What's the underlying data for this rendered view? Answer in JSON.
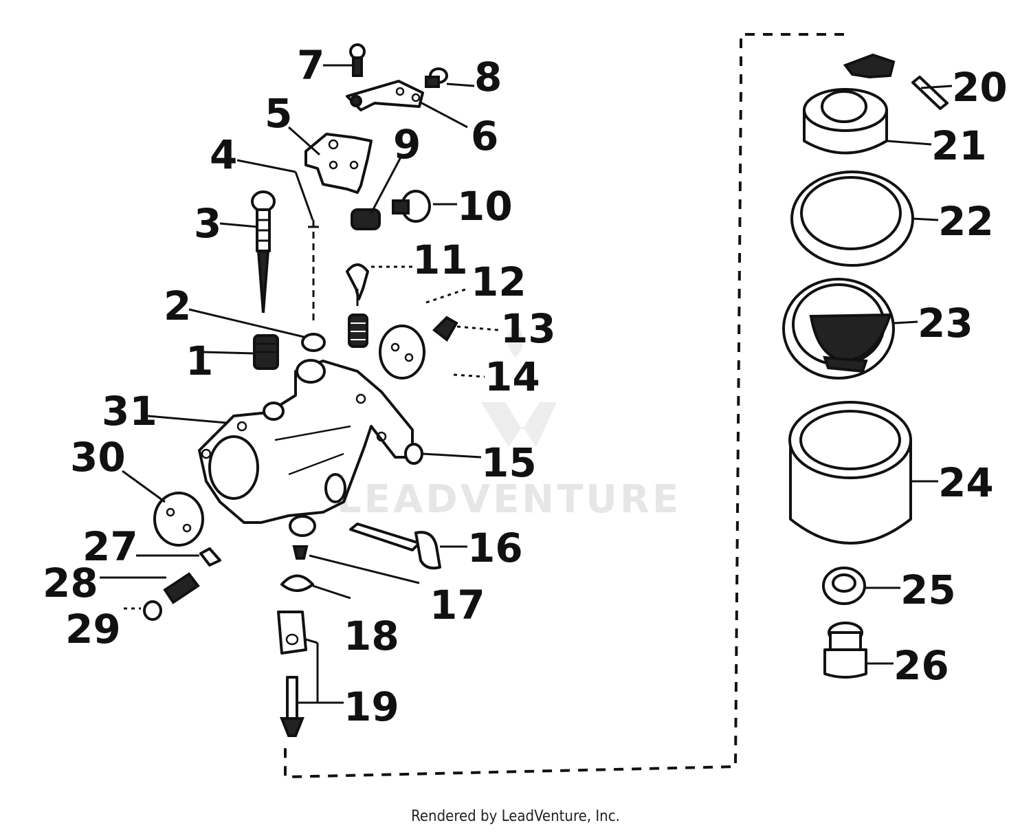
{
  "watermark": "LEADVENTURE",
  "footer": "Rendered by LeadVenture, Inc.",
  "callouts": [
    "1",
    "2",
    "3",
    "4",
    "5",
    "6",
    "7",
    "8",
    "9",
    "10",
    "11",
    "12",
    "13",
    "14",
    "15",
    "16",
    "17",
    "18",
    "19",
    "20",
    "21",
    "22",
    "23",
    "24",
    "25",
    "26",
    "27",
    "28",
    "29",
    "30",
    "31"
  ]
}
